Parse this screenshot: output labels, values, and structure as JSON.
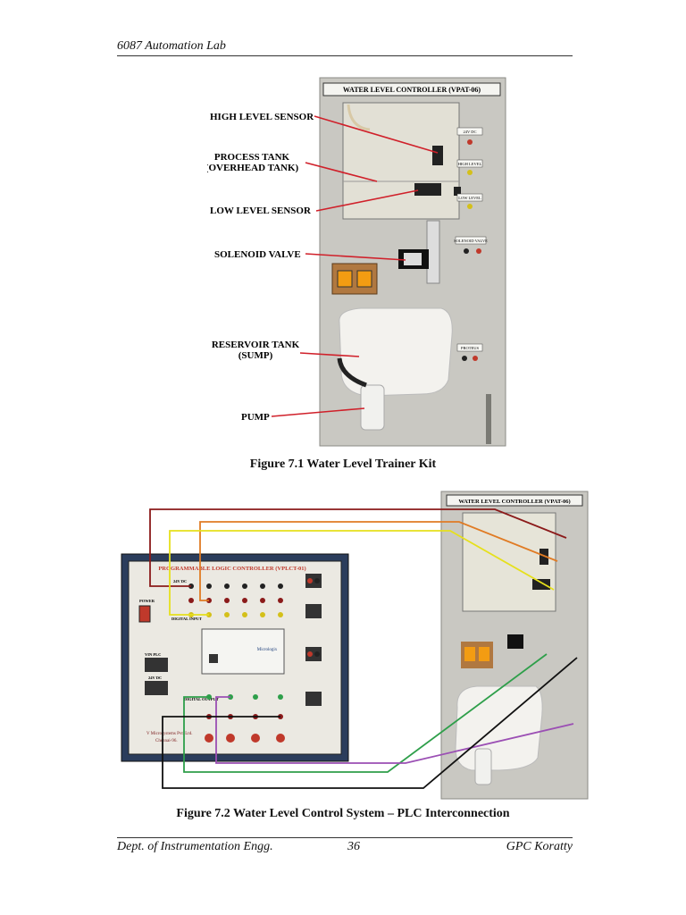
{
  "header": {
    "title": "6087 Automation Lab"
  },
  "figure1": {
    "caption": "Figure 7.1 Water Level Trainer Kit",
    "panel_title": "WATER LEVEL CONTROLLER (VPAT-06)",
    "labels": [
      "HIGH LEVEL SENSOR",
      "PROCESS TANK",
      "(OVERHEAD TANK)",
      "LOW LEVEL SENSOR",
      "SOLENOID VALVE",
      "RESERVOIR TANK",
      "(SUMP)",
      "PUMP"
    ],
    "terminals": [
      "24V DC",
      "HIGH LEVEL",
      "LOW LEVEL",
      "SOLENOID VALVE",
      "PROTEUS"
    ]
  },
  "figure2": {
    "caption": "Figure 7.2 Water Level Control System – PLC Interconnection",
    "plc_title": "PROGRAMMABLE LOGIC CONTROLLER (VPLCT-01)",
    "panel_title": "WATER LEVEL CONTROLLER (VPAT-06)",
    "plc_labels": {
      "dc24": "24V DC",
      "power": "POWER",
      "digital_input": "DIGITAL INPUT",
      "digital_output": "DIGITAL OUTPUT",
      "vin_plc": "VIN PLC",
      "dc24_b": "24V DC",
      "maker": "V Microsystems Pvt. Ltd.",
      "city": "Chennai-96.",
      "module": "Micrologix"
    }
  },
  "footer": {
    "left": "Dept. of Instrumentation Engg.",
    "page": "36",
    "right": "GPC Koratty"
  }
}
